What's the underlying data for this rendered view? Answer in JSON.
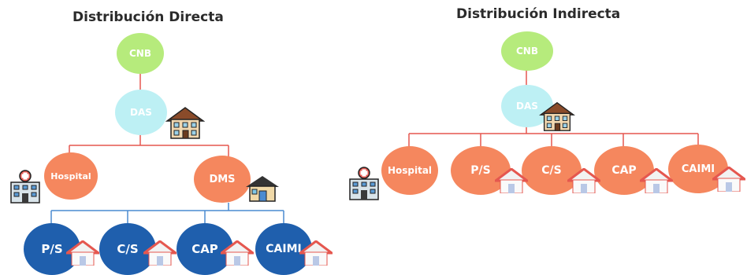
{
  "colors": {
    "cnb": "#b6eb7c",
    "das": "#bdf0f4",
    "orange": "#f5875e",
    "blue": "#1f5fad",
    "red_line": "#e5574f",
    "blue_line": "#4a8bd1"
  },
  "direct": {
    "title": "Distribución Directa",
    "cnb": "CNB",
    "das": "DAS",
    "hospital": "Hospital",
    "dms": "DMS",
    "services": [
      "P/S",
      "C/S",
      "CAP",
      "CAIMI"
    ],
    "icons": [
      "building-icon",
      "hospital-icon",
      "house-icon",
      "house-icon"
    ]
  },
  "indirect": {
    "title": "Distribución Indirecta",
    "cnb": "CNB",
    "das": "DAS",
    "nodes": [
      "Hospital",
      "P/S",
      "C/S",
      "CAP",
      "CAIMI"
    ],
    "icons": [
      "building-icon",
      "hospital-icon",
      "house-icon"
    ]
  }
}
